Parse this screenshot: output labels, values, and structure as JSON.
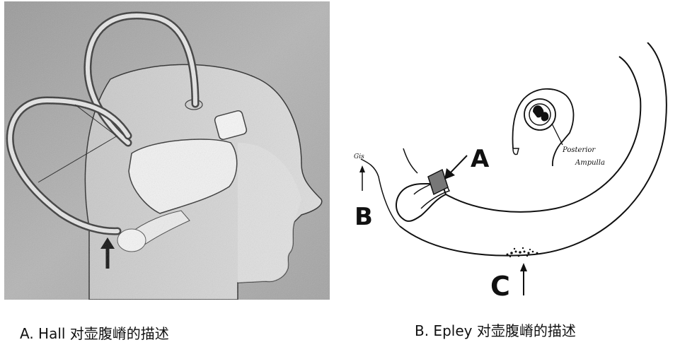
{
  "figure_a": {
    "caption": "A. Hall 对壶腹嵴的描述"
  },
  "figure_b": {
    "caption": "B. Epley 对壶腹嵴的描述",
    "labels": {
      "a": "A",
      "b": "B",
      "c": "C",
      "posterior": "Posterior",
      "ampulla": "Ampulla",
      "tiny": "Gis"
    }
  }
}
